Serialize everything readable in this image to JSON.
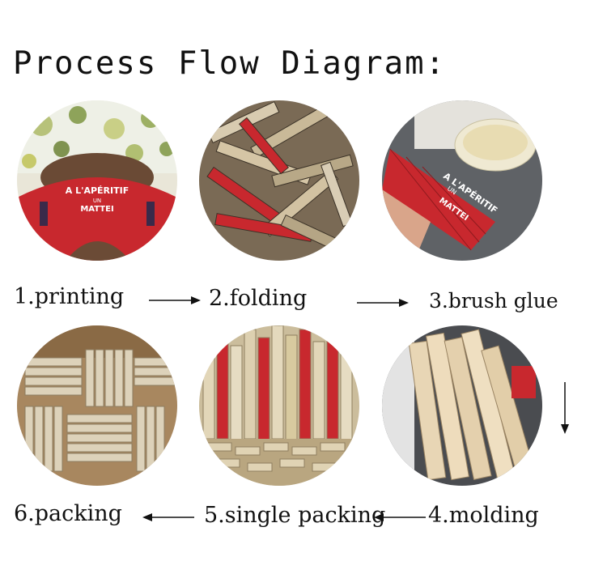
{
  "title": "Process Flow Diagram:",
  "steps": [
    {
      "label": "1.printing",
      "photo": "printed-fan-paper-photo"
    },
    {
      "label": "2.folding",
      "photo": "folded-fans-pile-photo"
    },
    {
      "label": "3.brush glue",
      "photo": "glue-brushing-photo"
    },
    {
      "label": "4.molding",
      "photo": "molded-fans-stack-photo"
    },
    {
      "label": "5.single packing",
      "photo": "single-packed-fans-photo"
    },
    {
      "label": "6.packing",
      "photo": "boxed-fans-photo"
    }
  ],
  "photo_text": {
    "print_line1": "A L'APÉRITIF",
    "print_line2": "UN",
    "print_line3": "MATTEI",
    "glue_fan_line1": "A L'APÉRITIF",
    "glue_fan_line2": "UN",
    "glue_fan_line3": "MATTEI"
  },
  "colors": {
    "fan_red": "#c8282e",
    "bamboo": "#d9c39a",
    "arrow": "#111111"
  }
}
